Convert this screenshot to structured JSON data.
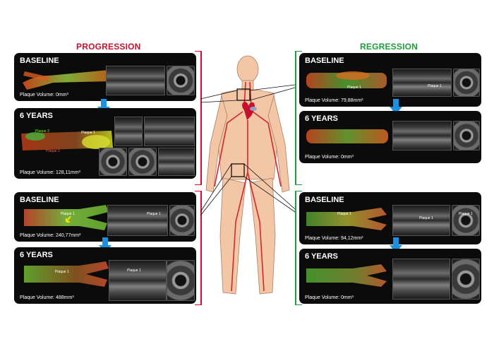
{
  "headers": {
    "progression": "PROGRESSION",
    "regression": "REGRESSION",
    "progression_color": "#c8102e",
    "regression_color": "#1f9d3a"
  },
  "panels": {
    "prog_top_baseline": {
      "title": "BASELINE",
      "volume": "Plaque Volume: 0mm³"
    },
    "prog_top_6y": {
      "title": "6 YEARS",
      "volume": "Plaque Volume: 128,11mm³"
    },
    "prog_bot_baseline": {
      "title": "BASELINE",
      "volume": "Plaque Volume: 240,77mm³"
    },
    "prog_bot_6y": {
      "title": "6 YEARS",
      "volume": "Plaque Volume: 488mm³"
    },
    "reg_top_baseline": {
      "title": "BASELINE",
      "volume": "Plaque Volume: 79,88mm³"
    },
    "reg_top_6y": {
      "title": "6 YEARS",
      "volume": "Plaque Volume: 0mm³"
    },
    "reg_bot_baseline": {
      "title": "BASELINE",
      "volume": "Plaque Volume: 94,12mm³"
    },
    "reg_bot_6y": {
      "title": "6 YEARS",
      "volume": "Plaque Volume: 0mm³"
    }
  },
  "plaque_labels": {
    "plaque1": "Plaque 1",
    "plaque2": "Plaque 2",
    "plaque3": "Plaque 3"
  },
  "colors": {
    "time_arrow": "#1e90e0",
    "body": "#f3c6a6",
    "artery": "#d3272e",
    "bracket_prog": "#c8102e",
    "bracket_reg": "#1f9d3a"
  }
}
